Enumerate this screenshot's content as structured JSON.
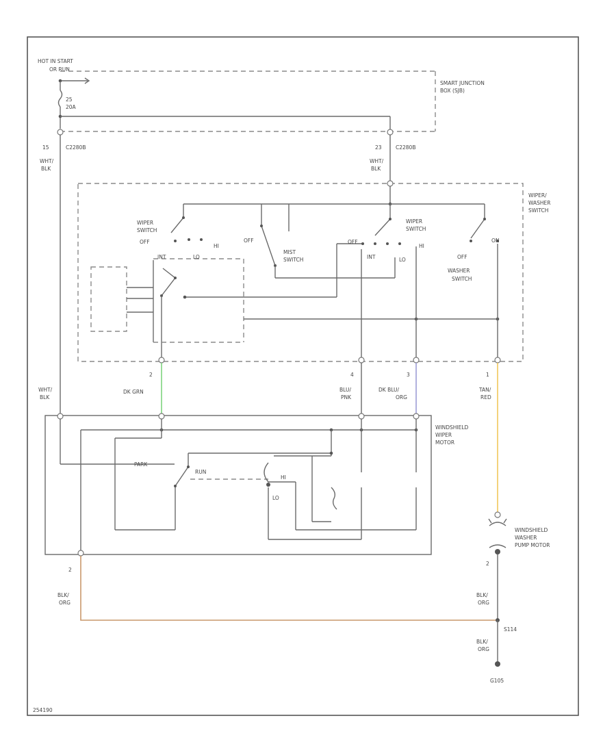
{
  "labels": {
    "hot_in_start": "HOT IN START",
    "or_run": "OR RUN",
    "fuse_num": "25",
    "fuse_amp": "20A",
    "smart_junction_1": "SMART JUNCTION",
    "smart_junction_2": "BOX (SJB)",
    "pin_left_top": "15",
    "conn_c2280b_left": "C2280B",
    "pin_right_top": "23",
    "conn_c2280b_right": "C2280B",
    "wht_blk_1a": "WHT/",
    "wht_blk_1b": "BLK",
    "wht_blk_2a": "WHT/",
    "wht_blk_2b": "BLK",
    "wht_blk_3a": "WHT/",
    "wht_blk_3b": "BLK",
    "wiper_washer_1": "WIPER/",
    "wiper_washer_2": "WASHER",
    "wiper_washer_3": "SWITCH",
    "wiper_switch_l1": "WIPER",
    "wiper_switch_l2": "SWITCH",
    "off_l": "OFF",
    "int": "INT",
    "hi": "HI",
    "lo_sw": "LO",
    "off_mid": "OFF",
    "mist_1": "MIST",
    "mist_2": "SWITCH",
    "off_r": "OFF",
    "int_r": "INT",
    "lo_r": "LO",
    "wiper_switch_r1": "WIPER",
    "wiper_switch_r2": "SWITCH",
    "hi_r": "HI",
    "off_wash": "OFF",
    "washer_sw1": "WASHER",
    "washer_sw2": "SWITCH",
    "on": "ON",
    "pin_2": "2",
    "dk_grn": "DK GRN",
    "pin_4": "4",
    "blu_pnk_1": "BLU/",
    "blu_pnk_2": "PNK",
    "pin_3": "3",
    "dk_blu_1": "DK BLU/",
    "dk_blu_2": "ORG",
    "pin_1": "1",
    "tan_red_1": "TAN/",
    "tan_red_2": "RED",
    "wsm_1": "WINDSHIELD",
    "wsm_2": "WIPER",
    "wsm_3": "MOTOR",
    "park": "PARK",
    "run": "RUN",
    "hi_motor": "HI",
    "lo_motor": "LO",
    "wwp_1": "WINDSHIELD",
    "wwp_2": "WASHER",
    "wwp_3": "PUMP MOTOR",
    "pin_2b": "2",
    "pin_2c": "2",
    "blk_org_1a": "BLK/",
    "blk_org_1b": "ORG",
    "blk_org_2a": "BLK/",
    "blk_org_2b": "ORG",
    "blk_org_3a": "BLK/",
    "blk_org_3b": "ORG",
    "splice": "S114",
    "ground": "G105",
    "corner": "254190"
  },
  "colors": {
    "dk_grn": "#7ed37e",
    "dk_blu_org": "#9d9dd6",
    "tan_red": "#f2c75a",
    "blk_org": "#c9976a"
  }
}
